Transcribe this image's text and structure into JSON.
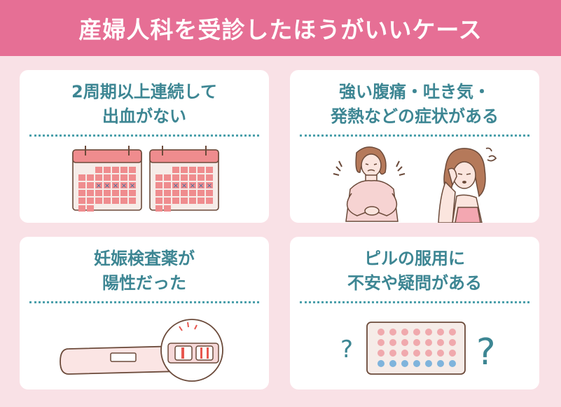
{
  "header": {
    "title": "産婦人科を受診したほうがいいケース"
  },
  "cards": [
    {
      "id": "no-period",
      "lines": [
        "2周期以上連続して",
        "出血がない"
      ],
      "icon": "calendar-icon"
    },
    {
      "id": "pain-nausea",
      "lines": [
        "強い腹痛・吐き気・",
        "発熱などの症状がある"
      ],
      "icon": "sick-woman-icon"
    },
    {
      "id": "pregnancy-test",
      "lines": [
        "妊娠検査薬が",
        "陽性だった"
      ],
      "icon": "pregnancy-test-icon"
    },
    {
      "id": "pill-concern",
      "lines": [
        "ピルの服用に",
        "不安や疑問がある"
      ],
      "icon": "pill-pack-icon"
    }
  ],
  "illustration": {
    "question_mark": "?",
    "calendar_mark": "×"
  },
  "colors": {
    "background": "#f9e1e6",
    "header": "#e66f95",
    "title_text": "#3d8693",
    "calendar_red": "#ef8c8e",
    "pill_pink": "#f0a9ad",
    "pill_blue": "#7fb4dc",
    "skin": "#fbe5de",
    "hair": "#b5795a"
  }
}
